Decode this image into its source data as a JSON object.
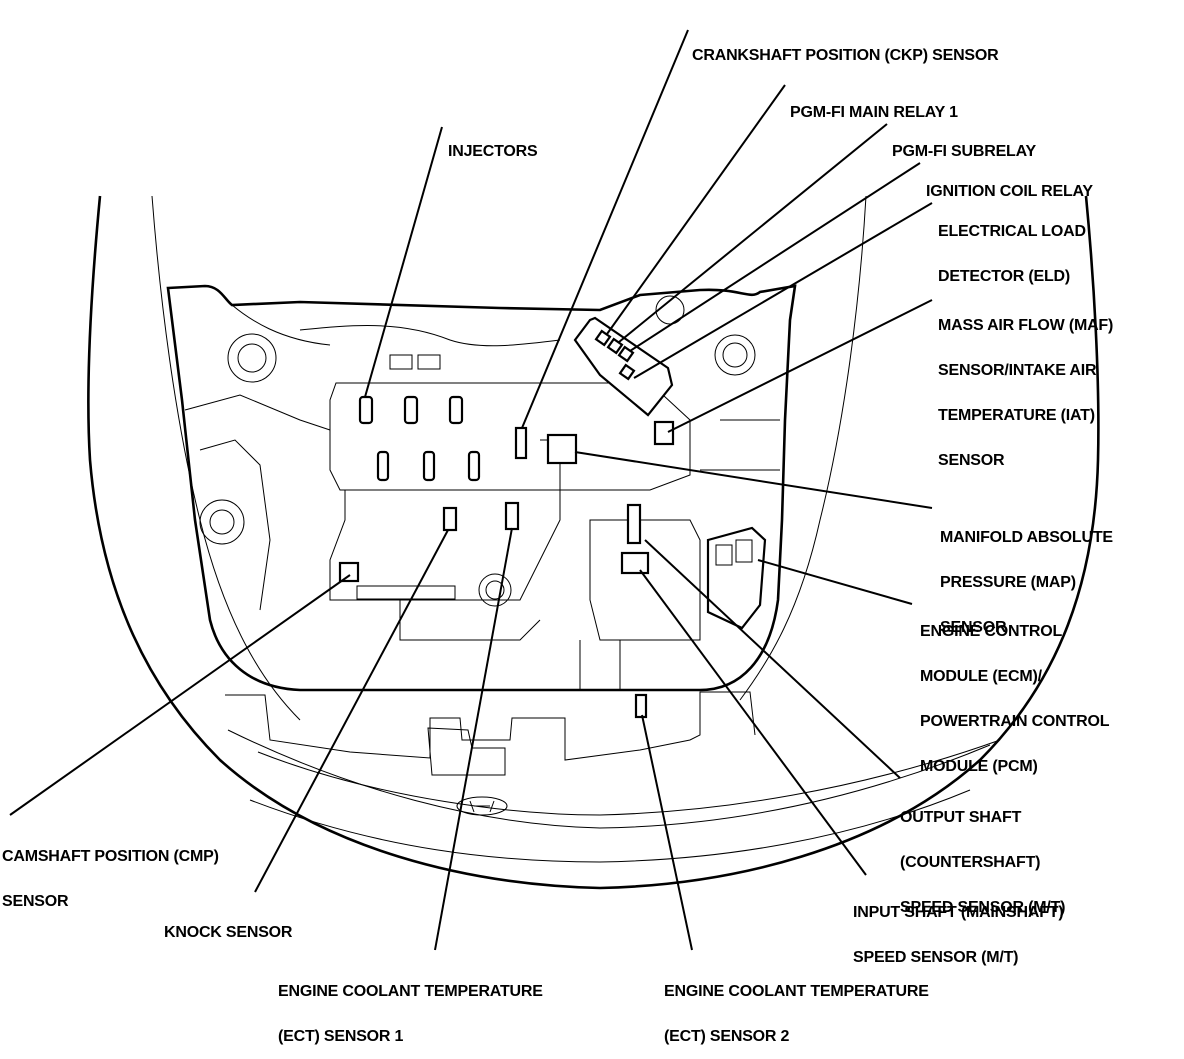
{
  "diagram": {
    "title": "Engine compartment component locations",
    "labels": {
      "ckp": [
        "CRANKSHAFT POSITION (CKP) SENSOR"
      ],
      "main_relay": [
        "PGM-FI MAIN RELAY 1"
      ],
      "subrelay": [
        "PGM-FI SUBRELAY"
      ],
      "ign_relay": [
        "IGNITION COIL RELAY"
      ],
      "eld": [
        "ELECTRICAL LOAD",
        "DETECTOR (ELD)"
      ],
      "maf": [
        "MASS AIR FLOW (MAF)",
        "SENSOR/INTAKE AIR",
        "TEMPERATURE (IAT)",
        "SENSOR"
      ],
      "injectors": [
        "INJECTORS"
      ],
      "map": [
        "MANIFOLD ABSOLUTE",
        "PRESSURE (MAP)",
        "SENSOR"
      ],
      "ecm": [
        "ENGINE CONTROL",
        "MODULE (ECM)/",
        "POWERTRAIN CONTROL",
        "MODULE (PCM)"
      ],
      "output_shaft": [
        "OUTPUT SHAFT",
        "(COUNTERSHAFT)",
        "SPEED SENSOR (M/T)"
      ],
      "input_shaft": [
        "INPUT SHAFT (MAINSHAFT)",
        "SPEED SENSOR (M/T)"
      ],
      "cmp": [
        "CAMSHAFT POSITION (CMP)",
        "SENSOR"
      ],
      "knock": [
        "KNOCK SENSOR"
      ],
      "ect1": [
        "ENGINE COOLANT TEMPERATURE",
        "(ECT) SENSOR 1"
      ],
      "ect2": [
        "ENGINE COOLANT TEMPERATURE",
        "(ECT) SENSOR 2"
      ]
    }
  }
}
